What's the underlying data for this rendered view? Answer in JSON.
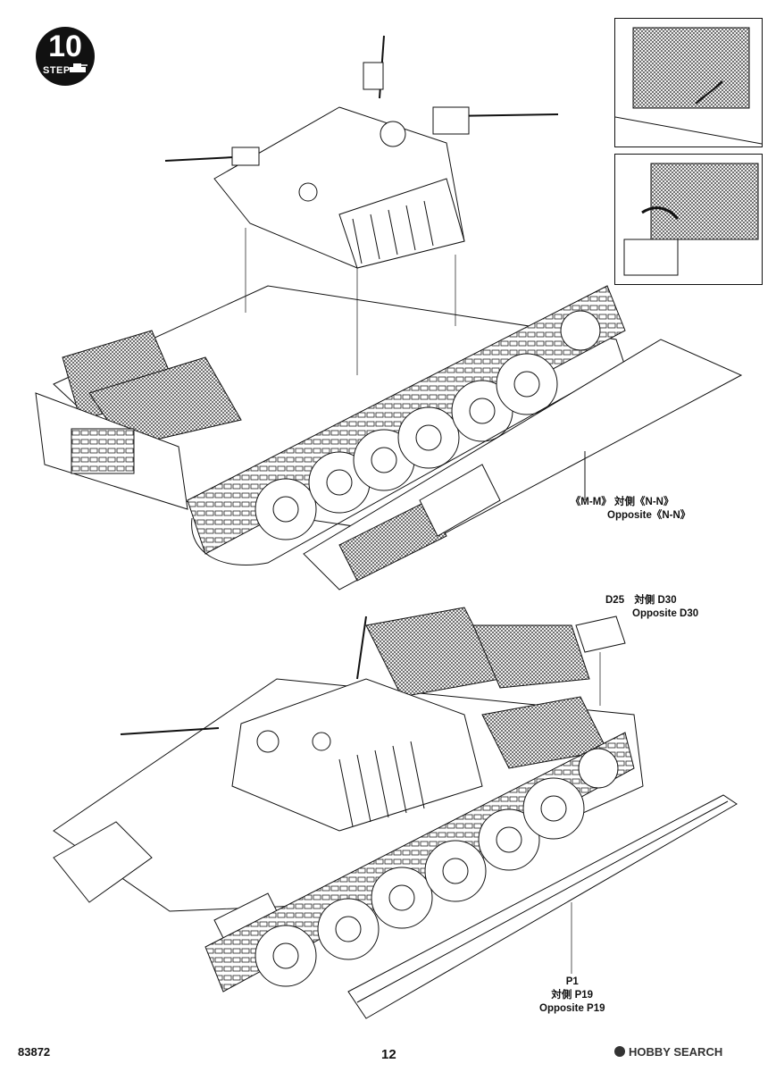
{
  "step": {
    "number": "10",
    "word": "STEP"
  },
  "callouts": {
    "mm": {
      "part": "《M-M》",
      "jp": "対側《N-N》",
      "en": "Opposite《N-N》"
    },
    "d25": {
      "part": "D25",
      "jp": "対側 D30",
      "en": "Opposite D30"
    },
    "p1": {
      "part": "P1",
      "jp": "対側 P19",
      "en": "Opposite P19"
    }
  },
  "footer": {
    "product_code": "83872",
    "page_number": "12",
    "watermark": "HOBBY SEARCH",
    "watermark_icon": "hobby-search-logo-icon"
  }
}
